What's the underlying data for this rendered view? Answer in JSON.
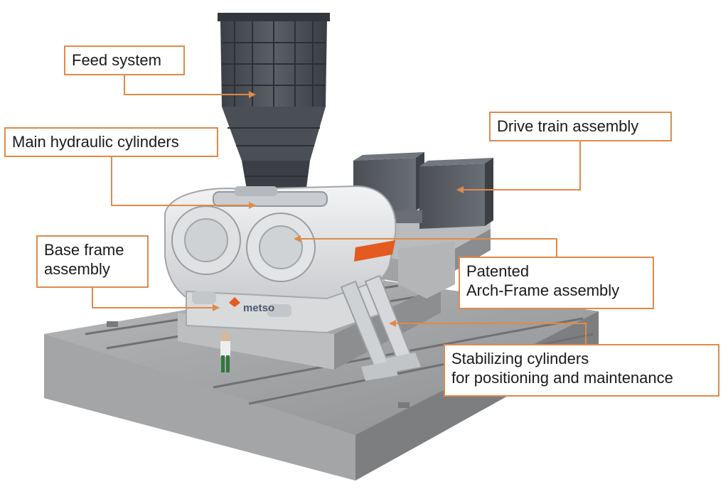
{
  "callouts": {
    "feed_system": "Feed system",
    "main_hydraulic_cylinders": "Main hydraulic cylinders",
    "drive_train_assembly": "Drive train assembly",
    "base_frame_assembly": [
      "Base frame",
      "assembly"
    ],
    "arch_frame_assembly": [
      "Patented",
      "Arch-Frame assembly"
    ],
    "stabilizing_cylinders": [
      "Stabilizing cylinders",
      "for positioning and maintenance"
    ]
  },
  "brand_logo": "metso",
  "colors": {
    "callout_accent": "#e08a4a",
    "machine_dark": "#4a4f55",
    "machine_light": "#e4e6e8",
    "foundation": "#9a9c9e",
    "brand_orange": "#e35b1e"
  }
}
